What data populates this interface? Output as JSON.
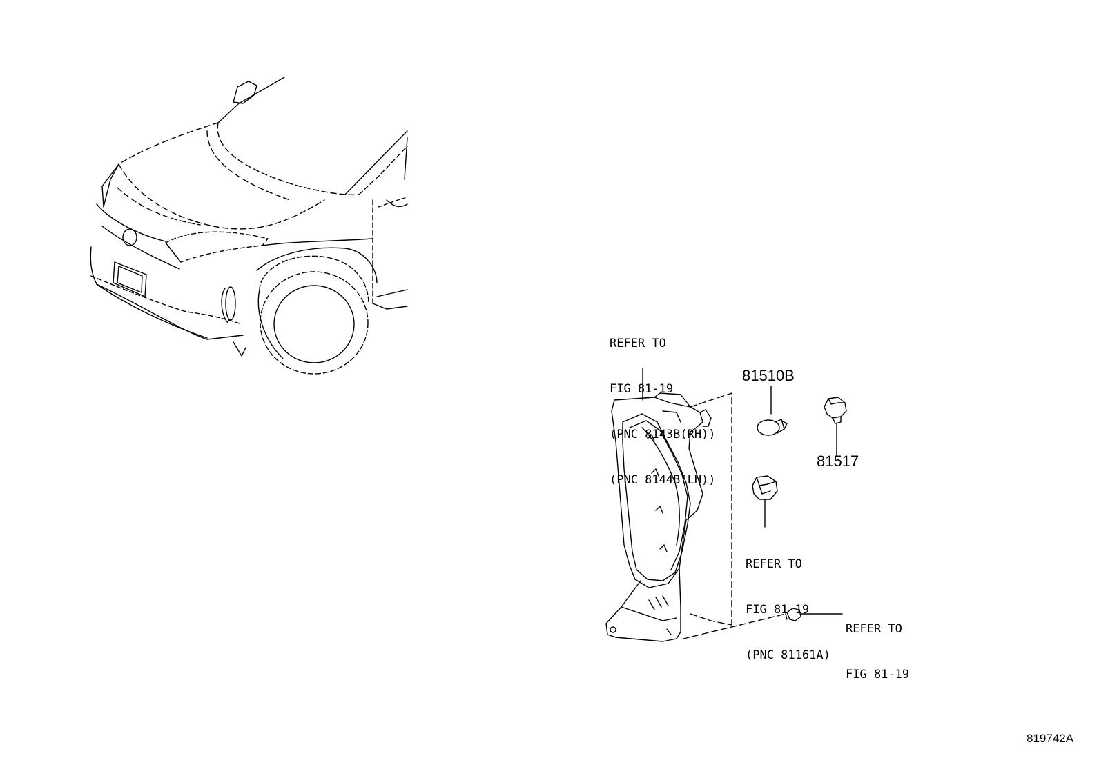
{
  "callouts": {
    "headlamp_ref": {
      "line1": "REFER TO",
      "line2": "FIG 81-19",
      "line3": "(PNC 8143B(RH))",
      "line4": "(PNC 8144B(LH))"
    },
    "socket_ref": {
      "line1": "REFER TO",
      "line2": "FIG 81-19",
      "line3": "(PNC 81161A)"
    },
    "screw_ref": {
      "line1": "REFER TO",
      "line2": "FIG 81-19"
    }
  },
  "parts": {
    "bulb": "81510B",
    "socket": "81517"
  },
  "figure_id": "819742A"
}
